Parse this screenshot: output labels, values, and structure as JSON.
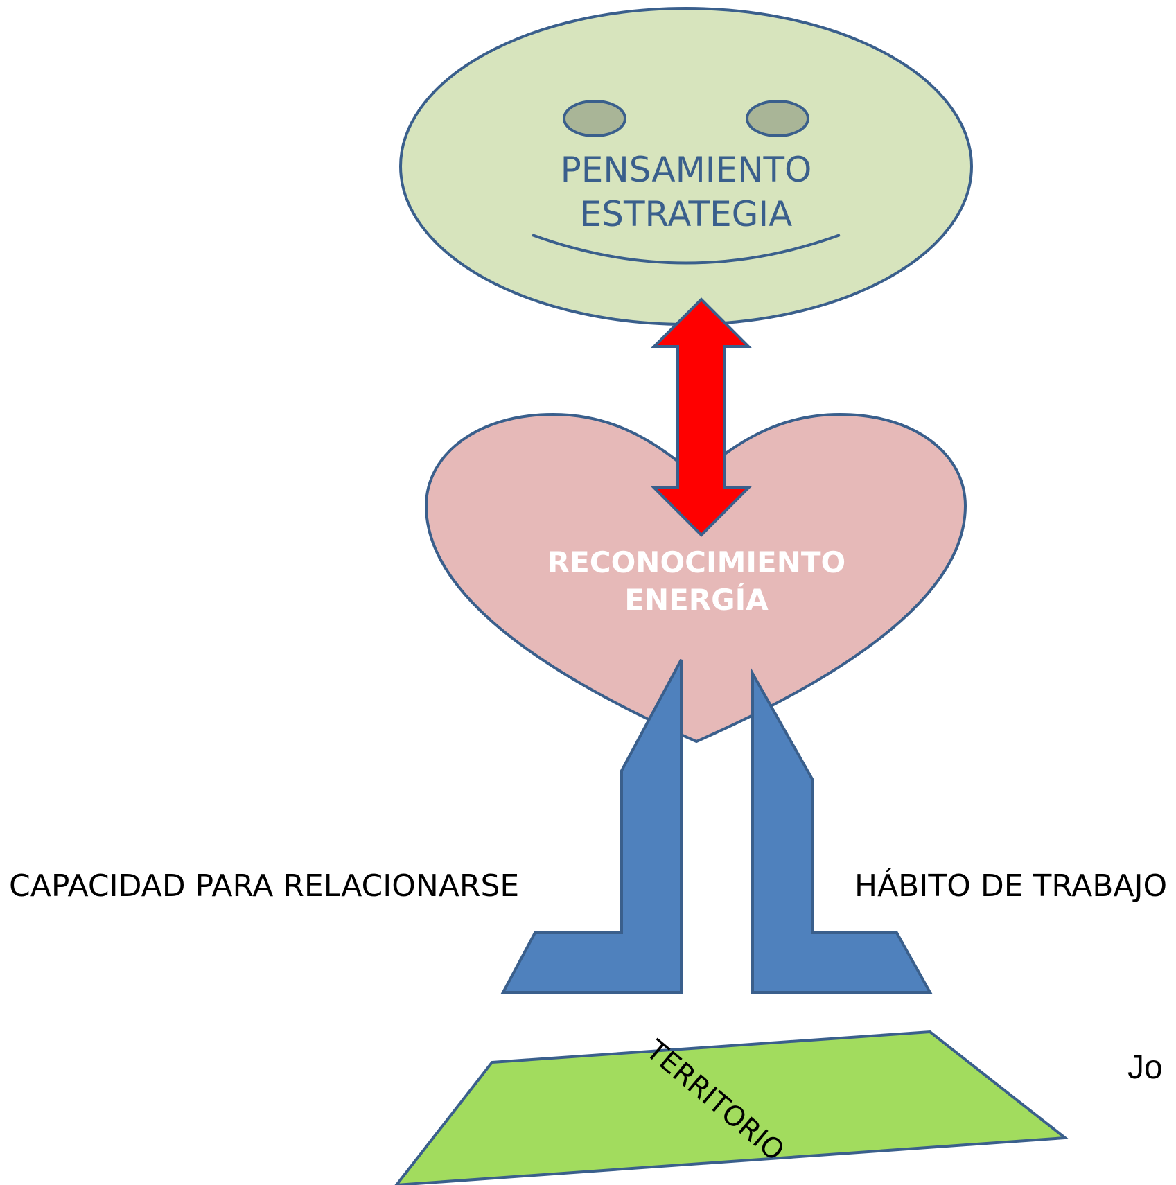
{
  "head": {
    "line1": "PENSAMIENTO",
    "line2": "ESTRATEGIA"
  },
  "heart": {
    "line1": "RECONOCIMIENTO",
    "line2": "ENERGÍA"
  },
  "labels": {
    "left_leg": "CAPACIDAD PARA RELACIONARSE",
    "right_leg": "HÁBITO DE TRABAJO",
    "ground": "TERRITORIO",
    "edge_fragment": "Jo"
  },
  "colors": {
    "head_fill": "#D7E4BD",
    "eye_fill": "#A9B597",
    "heart_fill": "#E6B9B8",
    "arrow_fill": "#FF0000",
    "legs_fill": "#4F81BD",
    "ground_fill": "#A2DC5E",
    "outline": "#3A5F8C"
  }
}
